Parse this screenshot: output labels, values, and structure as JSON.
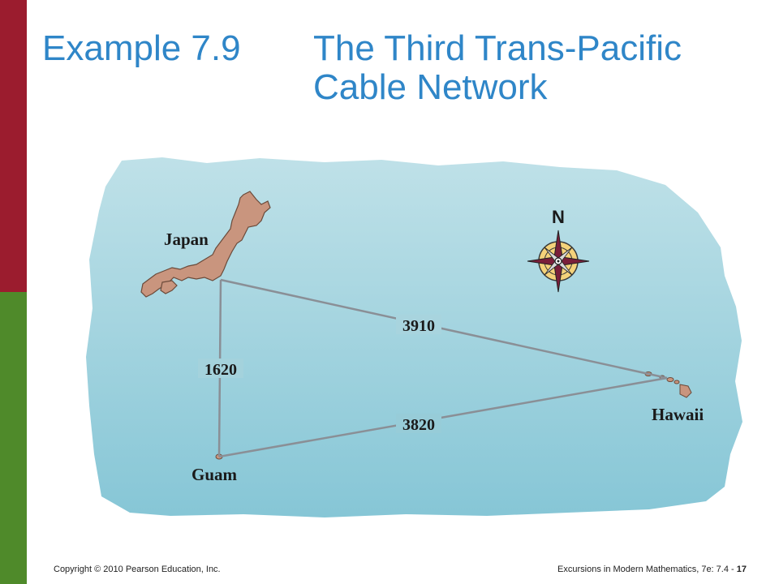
{
  "slide": {
    "title_number": "Example 7.9",
    "title_line1": "The Third Trans-Pacific",
    "title_line2": "Cable Network"
  },
  "map": {
    "compass_label": "N",
    "cities": {
      "japan": "Japan",
      "guam": "Guam",
      "hawaii": "Hawaii"
    },
    "edges": {
      "japan_hawaii": "3910",
      "japan_guam": "1620",
      "guam_hawaii": "3820"
    },
    "colors": {
      "ocean": "#9dd0dc",
      "land": "#c9957e",
      "cable": "#8a8f96"
    }
  },
  "footer": {
    "copyright": "Copyright © 2010 Pearson Education, Inc.",
    "book": "Excursions in Modern Mathematics, 7e: 7.4 - ",
    "page": "17"
  }
}
